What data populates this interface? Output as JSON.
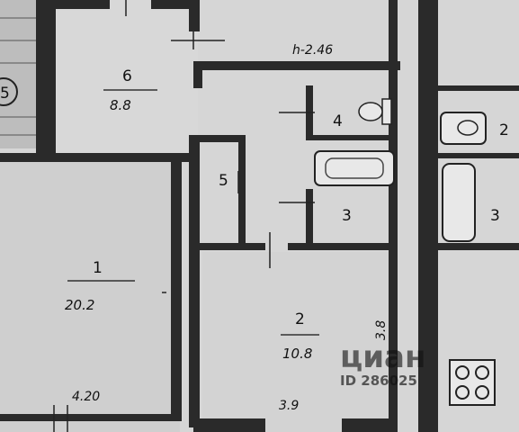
{
  "rooms": [
    {
      "number": "1",
      "area": "20.2"
    },
    {
      "number": "2",
      "area": "10.8"
    },
    {
      "number": "3"
    },
    {
      "number": "4"
    },
    {
      "number": "5"
    },
    {
      "number": "6",
      "area": "8.8"
    }
  ],
  "neighbor_rooms": [
    "2",
    "3"
  ],
  "stair_circle_label": "5",
  "dimensions": {
    "ceiling_height": "h-2.46",
    "width_room1": "4.20",
    "width_room2": "3.9",
    "length_room2": "3.8"
  },
  "watermark": {
    "brand": "циан",
    "id_text": "ID 286025"
  }
}
